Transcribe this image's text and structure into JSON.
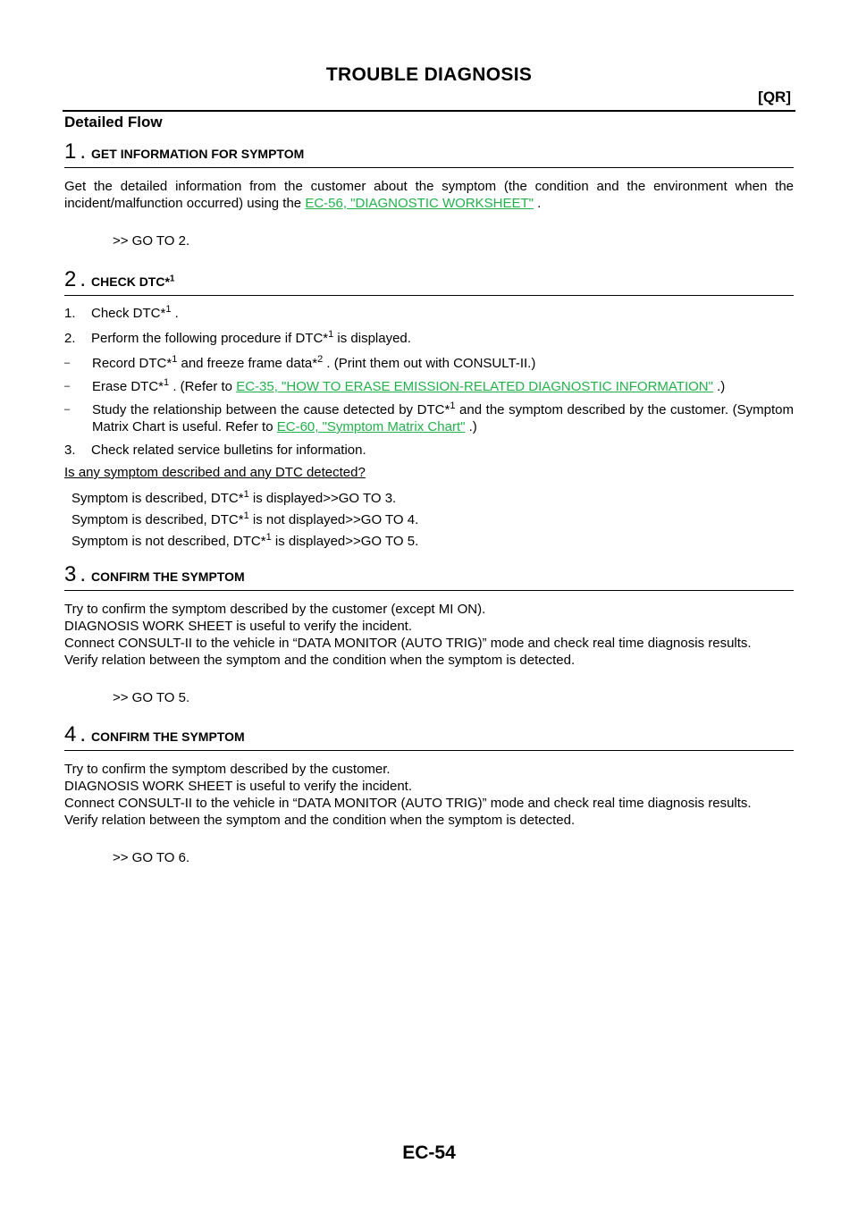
{
  "header": {
    "title": "TROUBLE DIAGNOSIS",
    "section_code": "[QR]"
  },
  "flow_title": "Detailed Flow",
  "steps": [
    {
      "number": "1",
      "title": "GET INFORMATION FOR SYMPTOM",
      "text_before": "Get the detailed information from the customer about the symptom (the condition and the environment when the incident/malfunction occurred) using the ",
      "link": "EC-56, \"DIAGNOSTIC WORKSHEET\"",
      "text_after": " .",
      "goto": ">> GO TO 2."
    },
    {
      "number": "2",
      "title": "CHECK DTC*",
      "title_sup": "1",
      "items": [
        {
          "n": "1.",
          "a": "Check DTC*",
          "sup": "1",
          "b": " ."
        },
        {
          "n": "2.",
          "a": "Perform the following procedure if DTC*",
          "sup": "1",
          "b": "  is displayed."
        }
      ],
      "dash_items": [
        {
          "a": "Record DTC*",
          "sup1": "1",
          "b": "  and freeze frame data*",
          "sup2": "2",
          "c": " . (Print them out with CONSULT-II.)"
        },
        {
          "a": "Erase DTC*",
          "sup1": "1",
          "b": " . (Refer to ",
          "link": "EC-35, \"HOW TO ERASE EMISSION-RELATED DIAGNOSTIC INFORMATION\"",
          "c": " .)"
        },
        {
          "a": "Study the relationship between the cause detected by DTC*",
          "sup1": "1",
          "b": "  and the symptom described by the customer. (Symptom Matrix Chart is useful. Refer to ",
          "link": "EC-60, \"Symptom Matrix Chart\"",
          "c": " .)"
        }
      ],
      "item3": {
        "n": "3.",
        "text": "Check related service bulletins for information."
      },
      "question": "Is any symptom described and any DTC detected?",
      "answers": [
        {
          "a": "Symptom is described, DTC*",
          "sup": "1",
          "b": "  is displayed>>GO TO 3."
        },
        {
          "a": "Symptom is described, DTC*",
          "sup": "1",
          "b": "  is not displayed>>GO TO 4."
        },
        {
          "a": "Symptom is not described, DTC*",
          "sup": "1",
          "b": "  is displayed>>GO TO 5."
        }
      ]
    },
    {
      "number": "3",
      "title": "CONFIRM THE SYMPTOM",
      "lines": [
        "Try to confirm the symptom described by the customer (except MI ON).",
        "DIAGNOSIS WORK SHEET is useful to verify the incident.",
        "Connect CONSULT-II to the vehicle in “DATA MONITOR (AUTO TRIG)” mode and check real time diagnosis results.",
        "Verify relation between the symptom and the condition when the symptom is detected."
      ],
      "goto": ">> GO TO 5."
    },
    {
      "number": "4",
      "title": "CONFIRM THE SYMPTOM",
      "lines": [
        "Try to confirm the symptom described by the customer.",
        "DIAGNOSIS WORK SHEET is useful to verify the incident.",
        "Connect CONSULT-II to the vehicle in “DATA MONITOR (AUTO TRIG)” mode and check real time diagnosis results.",
        "Verify relation between the symptom and the condition when the symptom is detected."
      ],
      "goto": ">> GO TO 6."
    }
  ],
  "footer": {
    "page_number": "EC-54"
  }
}
